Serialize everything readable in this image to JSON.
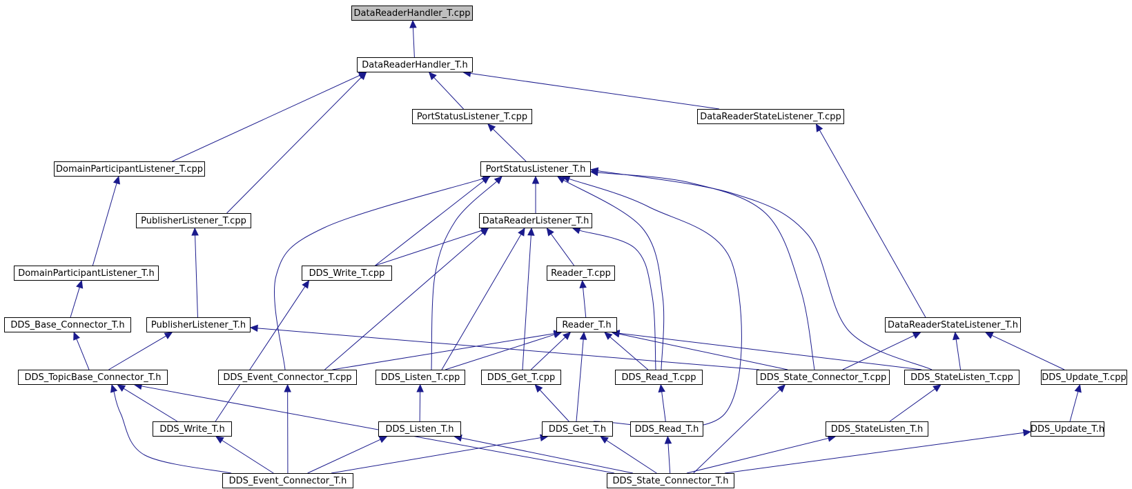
{
  "graph": {
    "title": "",
    "colors": {
      "edge": "#1a1a8c",
      "node_border": "#000000",
      "node_fill": "#ffffff",
      "root_fill": "#bfbfbf"
    },
    "nodes": [
      {
        "id": "n_drh_cpp",
        "label": "DataReaderHandler_T.cpp",
        "root": true
      },
      {
        "id": "n_drh_h",
        "label": "DataReaderHandler_T.h"
      },
      {
        "id": "n_psl_cpp",
        "label": "PortStatusListener_T.cpp"
      },
      {
        "id": "n_drsl_cpp",
        "label": "DataReaderStateListener_T.cpp"
      },
      {
        "id": "n_dpl_cpp",
        "label": "DomainParticipantListener_T.cpp"
      },
      {
        "id": "n_psl_h",
        "label": "PortStatusListener_T.h"
      },
      {
        "id": "n_publ_cpp",
        "label": "PublisherListener_T.cpp"
      },
      {
        "id": "n_drl_h",
        "label": "DataReaderListener_T.h"
      },
      {
        "id": "n_dpl_h",
        "label": "DomainParticipantListener_T.h"
      },
      {
        "id": "n_write_cpp",
        "label": "DDS_Write_T.cpp"
      },
      {
        "id": "n_reader_cpp",
        "label": "Reader_T.cpp"
      },
      {
        "id": "n_base_h",
        "label": "DDS_Base_Connector_T.h"
      },
      {
        "id": "n_publ_h",
        "label": "PublisherListener_T.h"
      },
      {
        "id": "n_reader_h",
        "label": "Reader_T.h"
      },
      {
        "id": "n_drsl_h",
        "label": "DataReaderStateListener_T.h"
      },
      {
        "id": "n_topicbase_h",
        "label": "DDS_TopicBase_Connector_T.h"
      },
      {
        "id": "n_evconn_cpp",
        "label": "DDS_Event_Connector_T.cpp"
      },
      {
        "id": "n_listen_cpp",
        "label": "DDS_Listen_T.cpp"
      },
      {
        "id": "n_get_cpp",
        "label": "DDS_Get_T.cpp"
      },
      {
        "id": "n_read_cpp",
        "label": "DDS_Read_T.cpp"
      },
      {
        "id": "n_stconn_cpp",
        "label": "DDS_State_Connector_T.cpp"
      },
      {
        "id": "n_stlisten_cpp",
        "label": "DDS_StateListen_T.cpp"
      },
      {
        "id": "n_update_cpp",
        "label": "DDS_Update_T.cpp"
      },
      {
        "id": "n_write_h",
        "label": "DDS_Write_T.h"
      },
      {
        "id": "n_listen_h",
        "label": "DDS_Listen_T.h"
      },
      {
        "id": "n_get_h",
        "label": "DDS_Get_T.h"
      },
      {
        "id": "n_read_h",
        "label": "DDS_Read_T.h"
      },
      {
        "id": "n_stlisten_h",
        "label": "DDS_StateListen_T.h"
      },
      {
        "id": "n_update_h",
        "label": "DDS_Update_T.h"
      },
      {
        "id": "n_evconn_h",
        "label": "DDS_Event_Connector_T.h"
      },
      {
        "id": "n_stconn_h",
        "label": "DDS_State_Connector_T.h"
      }
    ],
    "edges": [
      {
        "from": "n_drh_h",
        "to": "n_drh_cpp"
      },
      {
        "from": "n_psl_cpp",
        "to": "n_drh_h"
      },
      {
        "from": "n_drsl_cpp",
        "to": "n_drh_h"
      },
      {
        "from": "n_dpl_cpp",
        "to": "n_drh_h"
      },
      {
        "from": "n_publ_cpp",
        "to": "n_drh_h"
      },
      {
        "from": "n_psl_h",
        "to": "n_psl_cpp"
      },
      {
        "from": "n_dpl_h",
        "to": "n_dpl_cpp"
      },
      {
        "from": "n_base_h",
        "to": "n_dpl_h"
      },
      {
        "from": "n_topicbase_h",
        "to": "n_base_h"
      },
      {
        "from": "n_publ_h",
        "to": "n_publ_cpp"
      },
      {
        "from": "n_topicbase_h",
        "to": "n_publ_h"
      },
      {
        "from": "n_stconn_cpp",
        "to": "n_publ_h"
      },
      {
        "from": "n_drl_h",
        "to": "n_psl_h"
      },
      {
        "from": "n_write_cpp",
        "to": "n_psl_h"
      },
      {
        "from": "n_evconn_cpp",
        "to": "n_psl_h"
      },
      {
        "from": "n_listen_cpp",
        "to": "n_psl_h"
      },
      {
        "from": "n_read_cpp",
        "to": "n_psl_h"
      },
      {
        "from": "n_get_h",
        "to": "n_psl_h"
      },
      {
        "from": "n_stconn_cpp",
        "to": "n_psl_h"
      },
      {
        "from": "n_stlisten_cpp",
        "to": "n_psl_h"
      },
      {
        "from": "n_write_cpp",
        "to": "n_drl_h"
      },
      {
        "from": "n_reader_cpp",
        "to": "n_drl_h"
      },
      {
        "from": "n_evconn_cpp",
        "to": "n_drl_h"
      },
      {
        "from": "n_listen_cpp",
        "to": "n_drl_h"
      },
      {
        "from": "n_get_cpp",
        "to": "n_drl_h"
      },
      {
        "from": "n_read_cpp",
        "to": "n_drl_h"
      },
      {
        "from": "n_reader_h",
        "to": "n_reader_cpp"
      },
      {
        "from": "n_evconn_cpp",
        "to": "n_reader_h"
      },
      {
        "from": "n_listen_cpp",
        "to": "n_reader_h"
      },
      {
        "from": "n_get_cpp",
        "to": "n_reader_h"
      },
      {
        "from": "n_get_h",
        "to": "n_reader_h"
      },
      {
        "from": "n_read_cpp",
        "to": "n_reader_h"
      },
      {
        "from": "n_stconn_cpp",
        "to": "n_reader_h"
      },
      {
        "from": "n_stlisten_cpp",
        "to": "n_reader_h"
      },
      {
        "from": "n_drsl_h",
        "to": "n_drsl_cpp"
      },
      {
        "from": "n_stconn_cpp",
        "to": "n_drsl_h"
      },
      {
        "from": "n_stlisten_cpp",
        "to": "n_drsl_h"
      },
      {
        "from": "n_update_cpp",
        "to": "n_drsl_h"
      },
      {
        "from": "n_write_h",
        "to": "n_write_cpp"
      },
      {
        "from": "n_write_h",
        "to": "n_topicbase_h"
      },
      {
        "from": "n_evconn_h",
        "to": "n_topicbase_h"
      },
      {
        "from": "n_stconn_h",
        "to": "n_topicbase_h"
      },
      {
        "from": "n_evconn_h",
        "to": "n_evconn_cpp"
      },
      {
        "from": "n_listen_h",
        "to": "n_listen_cpp"
      },
      {
        "from": "n_get_h",
        "to": "n_get_cpp"
      },
      {
        "from": "n_read_h",
        "to": "n_read_cpp"
      },
      {
        "from": "n_stconn_h",
        "to": "n_stconn_cpp"
      },
      {
        "from": "n_stlisten_h",
        "to": "n_stlisten_cpp"
      },
      {
        "from": "n_update_h",
        "to": "n_update_cpp"
      },
      {
        "from": "n_evconn_h",
        "to": "n_write_h"
      },
      {
        "from": "n_evconn_h",
        "to": "n_listen_h"
      },
      {
        "from": "n_evconn_h",
        "to": "n_get_h"
      },
      {
        "from": "n_stconn_h",
        "to": "n_listen_h"
      },
      {
        "from": "n_stconn_h",
        "to": "n_get_h"
      },
      {
        "from": "n_stconn_h",
        "to": "n_read_h"
      },
      {
        "from": "n_stconn_h",
        "to": "n_stlisten_h"
      },
      {
        "from": "n_stconn_h",
        "to": "n_update_h"
      }
    ]
  }
}
